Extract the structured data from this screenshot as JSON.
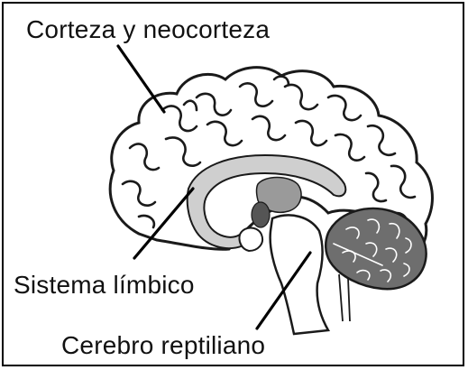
{
  "labels": {
    "cortex": "Corteza y neocorteza",
    "limbic": "Sistema límbico",
    "reptilian": "Cerebro reptiliano"
  },
  "colors": {
    "outline": "#1a1a1a",
    "limbic_fill": "#cfcfcf",
    "thalamus_fill": "#9a9a9a",
    "nucleus_fill": "#555555",
    "brainstem_fill": "#ffffff",
    "cerebellum_fill": "#6e6e6e",
    "background": "#ffffff"
  }
}
